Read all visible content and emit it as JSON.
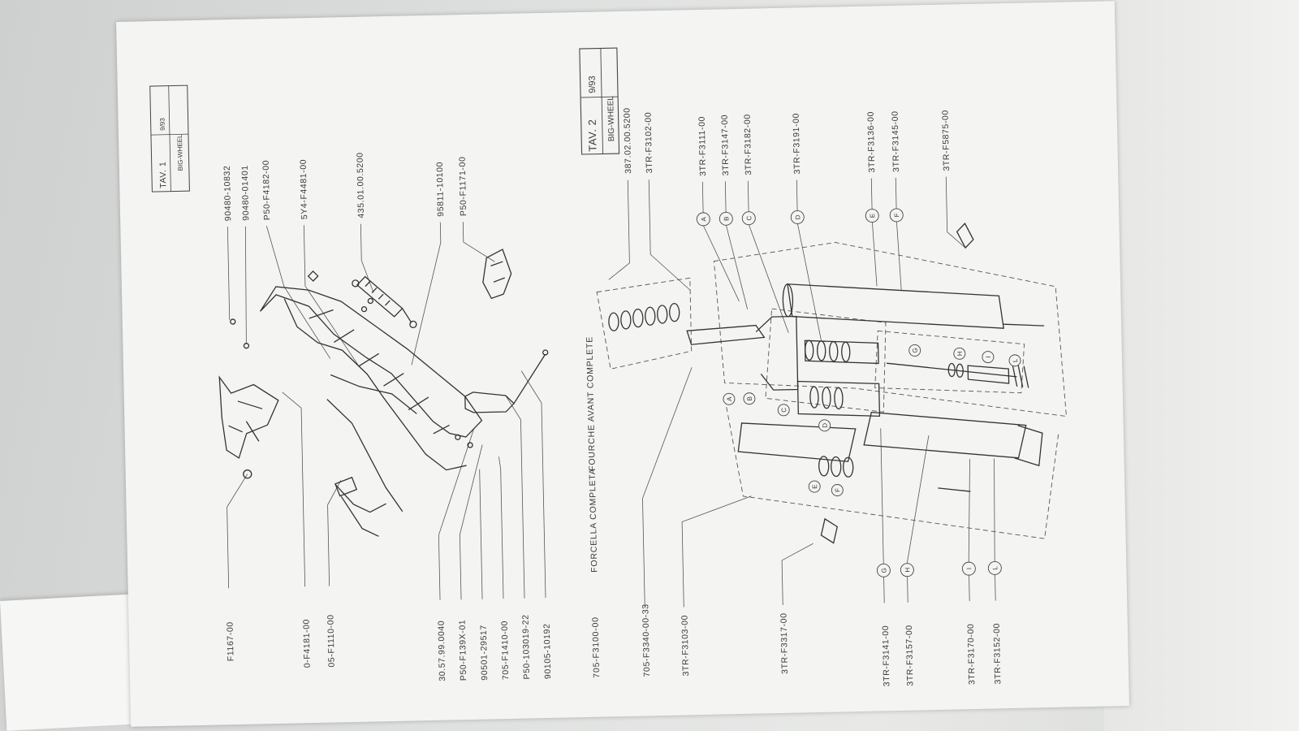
{
  "diagram_data": {
    "tav1": {
      "box_label": "TAV. 1",
      "box_date": "9/93",
      "box_model": "BIG-WHEEL",
      "top_codes": [
        "90480-10832",
        "90480-01401",
        "P50-F4182-00",
        "5Y4-F4481-00",
        "435.01.00.5200",
        "95811-10100",
        "P50-F1171-00"
      ],
      "bottom_codes": [
        "F1167-00",
        "0-F4181-00",
        "05-F1110-00",
        "30.57.99.0040",
        "P50-F139X-01",
        "90501-29517",
        "705-F1410-00",
        "P50-103019-22",
        "90105-10192"
      ]
    },
    "caption": {
      "code": "705-F3100-00",
      "it": "FORCELLA COMPLETA",
      "fr": "FOURCHE AVANT COMPLETE"
    },
    "tav2": {
      "box_label": "TAV. 2",
      "box_date": "9/93",
      "box_model": "BIG-WHEEL",
      "top_codes": [
        "387.02.00.5200",
        "3TR-F3102-00",
        "3TR-F3111-00",
        "3TR-F3147-00",
        "3TR-F3182-00",
        "3TR-F3191-00",
        "3TR-F3136-00",
        "3TR-F3145-00",
        "3TR-F5875-00"
      ],
      "top_letters": [
        "A",
        "B",
        "C",
        "D",
        "E",
        "F"
      ],
      "bottom_codes": [
        "705-F3340-00-33",
        "3TR-F3103-00",
        "3TR-F3317-00",
        "3TR-F3141-00",
        "3TR-F3157-00",
        "3TR-F3170-00",
        "3TR-F3152-00"
      ],
      "bottom_letters": [
        "G",
        "H",
        "I",
        "L"
      ],
      "mid_letters_left": [
        "A",
        "B",
        "C",
        "D",
        "E",
        "F"
      ],
      "mid_letters_right": [
        "G",
        "H",
        "I",
        "L"
      ]
    }
  }
}
